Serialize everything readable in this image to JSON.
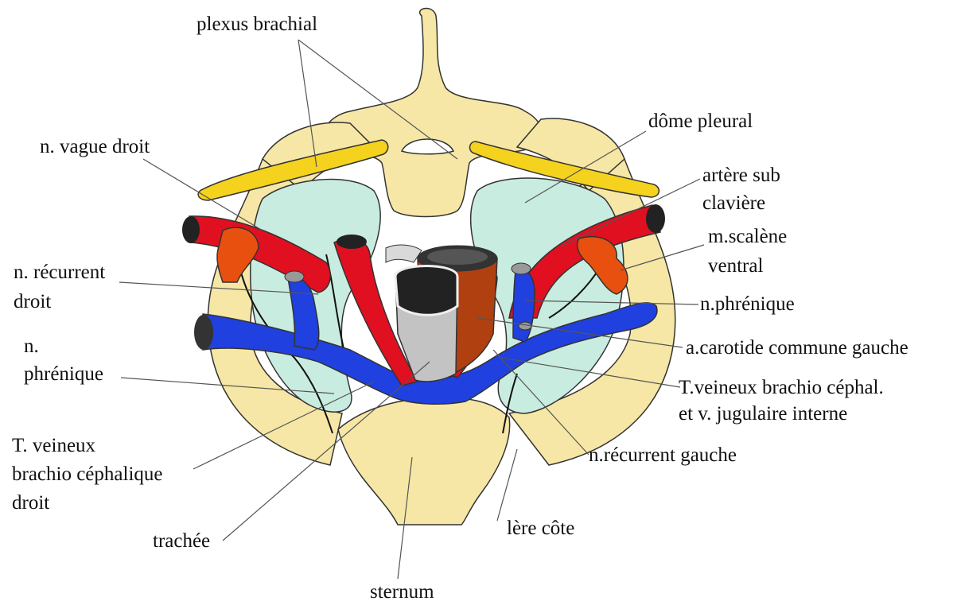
{
  "colors": {
    "bone": "#f6e7a6",
    "pleura": "#c9ece0",
    "artery": "#e01020",
    "vein": "#2040e0",
    "muscle": "#e85010",
    "clavicle_band": "#f4d21e",
    "trachea": "#c3c3c3",
    "esophagus": "#b04010",
    "nerve": "#111111"
  },
  "labels": {
    "plexus_brachial": "plexus brachial",
    "n_vague_droit": "n. vague droit",
    "dome_pleural": "dôme pleural",
    "artere_sub_1": "artère sub",
    "artere_sub_2": "clavière",
    "m_scalene_1": "m.scalène",
    "m_scalene_2": "ventral",
    "n_recurrent_droit_1": "n. récurrent",
    "n_recurrent_droit_2": "droit",
    "n_phrenique_right": "n.phrénique",
    "n_phrenique_left_1": "n.",
    "n_phrenique_left_2": "phrénique",
    "a_carotide": "a.carotide commune gauche",
    "t_veineux_gauche_1": "T.veineux brachio céphal.",
    "t_veineux_gauche_2": "et v. jugulaire interne",
    "t_veineux_droit_1": "T. veineux",
    "t_veineux_droit_2": "brachio céphalique",
    "t_veineux_droit_3": "droit",
    "n_recurrent_gauche": "n.récurrent gauche",
    "trachee": "trachée",
    "premiere_cote": "lère côte",
    "sternum": "sternum"
  }
}
